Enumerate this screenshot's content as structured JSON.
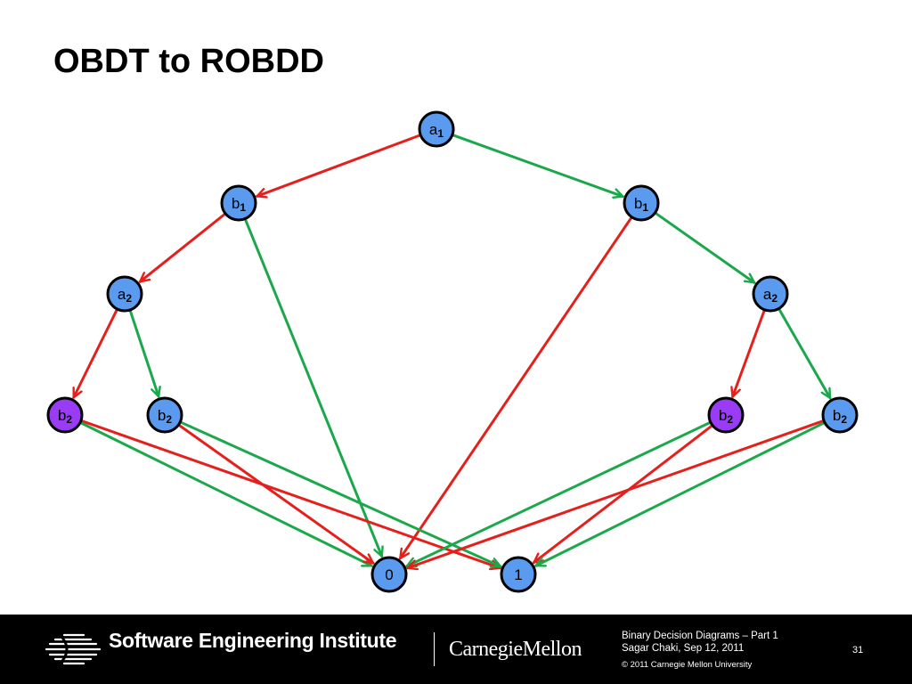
{
  "slide": {
    "title": "OBDT to ROBDD"
  },
  "colors": {
    "high_edge": "#1aa84a",
    "low_edge": "#e5201c",
    "node_fill": "#5b9bef",
    "highlight_node_fill": "#9a3cf5",
    "node_stroke": "#000000",
    "footer_bg": "#000000"
  },
  "diagram": {
    "nodes": [
      {
        "id": "a1",
        "var": "a",
        "sub": "1",
        "highlight": false
      },
      {
        "id": "b1L",
        "var": "b",
        "sub": "1",
        "highlight": false
      },
      {
        "id": "b1R",
        "var": "b",
        "sub": "1",
        "highlight": false
      },
      {
        "id": "a2L",
        "var": "a",
        "sub": "2",
        "highlight": false
      },
      {
        "id": "a2R",
        "var": "a",
        "sub": "2",
        "highlight": false
      },
      {
        "id": "b2LL",
        "var": "b",
        "sub": "2",
        "highlight": true
      },
      {
        "id": "b2LR",
        "var": "b",
        "sub": "2",
        "highlight": false
      },
      {
        "id": "b2RL",
        "var": "b",
        "sub": "2",
        "highlight": true
      },
      {
        "id": "b2RR",
        "var": "b",
        "sub": "2",
        "highlight": false
      },
      {
        "id": "t0",
        "var": "0",
        "sub": "",
        "highlight": false
      },
      {
        "id": "t1",
        "var": "1",
        "sub": "",
        "highlight": false
      }
    ],
    "edges": [
      {
        "from": "a1",
        "to": "b1L",
        "type": "low"
      },
      {
        "from": "a1",
        "to": "b1R",
        "type": "high"
      },
      {
        "from": "b1L",
        "to": "a2L",
        "type": "low"
      },
      {
        "from": "b1L",
        "to": "t0",
        "type": "high"
      },
      {
        "from": "b1R",
        "to": "t0",
        "type": "low"
      },
      {
        "from": "b1R",
        "to": "a2R",
        "type": "high"
      },
      {
        "from": "a2L",
        "to": "b2LL",
        "type": "low"
      },
      {
        "from": "a2L",
        "to": "b2LR",
        "type": "high"
      },
      {
        "from": "a2R",
        "to": "b2RL",
        "type": "low"
      },
      {
        "from": "a2R",
        "to": "b2RR",
        "type": "high"
      },
      {
        "from": "b2LL",
        "to": "t1",
        "type": "low"
      },
      {
        "from": "b2LL",
        "to": "t0",
        "type": "high"
      },
      {
        "from": "b2LR",
        "to": "t0",
        "type": "low"
      },
      {
        "from": "b2LR",
        "to": "t1",
        "type": "high"
      },
      {
        "from": "b2RL",
        "to": "t1",
        "type": "low"
      },
      {
        "from": "b2RL",
        "to": "t0",
        "type": "high"
      },
      {
        "from": "b2RR",
        "to": "t0",
        "type": "low"
      },
      {
        "from": "b2RR",
        "to": "t1",
        "type": "high"
      }
    ]
  },
  "footer": {
    "institute": "Software Engineering Institute",
    "university": "CarnegieMellon",
    "deck_title": "Binary Decision Diagrams – Part 1",
    "presenter_date": "Sagar Chaki, Sep 12, 2011",
    "copyright": "© 2011 Carnegie Mellon University",
    "page_number": "31"
  }
}
